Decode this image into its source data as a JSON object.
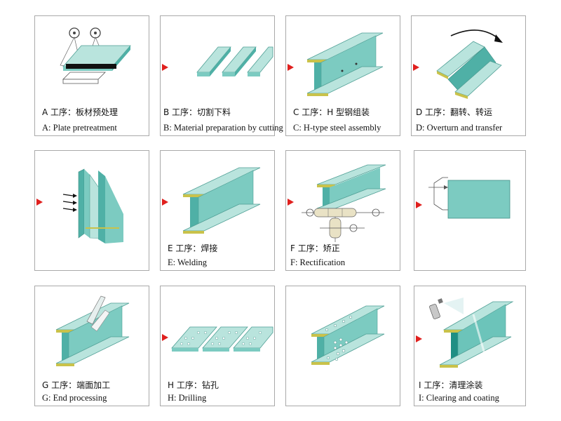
{
  "steps": [
    {
      "zh": "A 工序：板材预处理",
      "en": "A: Plate pretreatment"
    },
    {
      "zh": "B 工序：切割下料",
      "en": "B: Material preparation by cutting"
    },
    {
      "zh": "C 工序：H 型钢组装",
      "en": "C: H-type steel assembly"
    },
    {
      "zh": "D 工序：翻转、转运",
      "en": "D: Overturn and transfer"
    },
    {
      "zh": "",
      "en": ""
    },
    {
      "zh": "E 工序：焊接",
      "en": "E: Welding"
    },
    {
      "zh": "F 工序：矫正",
      "en": "F: Rectification"
    },
    {
      "zh": "",
      "en": ""
    },
    {
      "zh": "G 工序：端面加工",
      "en": "G: End processing"
    },
    {
      "zh": "H 工序：钻孔",
      "en": "H: Drilling"
    },
    {
      "zh": "I 工序：清理涂装",
      "en": "I: Clearing and coating"
    }
  ],
  "colors": {
    "steel": "#b9e4dd",
    "steel_dark": "#4fb0a6",
    "edge": "#c9c24a",
    "arrow": "#e0201e",
    "border": "#a9a9a9"
  }
}
